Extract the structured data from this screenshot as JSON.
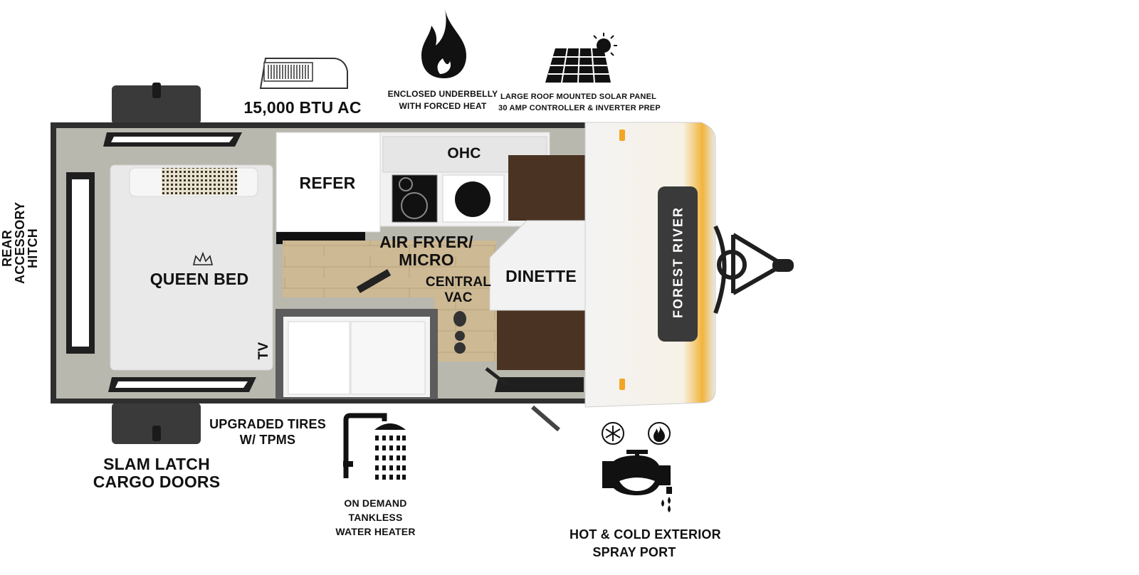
{
  "labels": {
    "ac": "15,000 BTU AC",
    "underbelly": [
      "ENCLOSED UNDERBELLY",
      "WITH FORCED HEAT"
    ],
    "solar": [
      "LARGE ROOF MOUNTED SOLAR PANEL",
      "30 AMP CONTROLLER & INVERTER PREP"
    ],
    "rear_hitch": [
      "REAR",
      "ACCESSORY",
      "HITCH"
    ],
    "queen_bed": "QUEEN BED",
    "refer": "REFER",
    "ohc": "OHC",
    "air_fryer": [
      "AIR FRYER/",
      "MICRO"
    ],
    "central_vac": [
      "CENTRAL",
      "VAC"
    ],
    "dinette": "DINETTE",
    "tv": "TV",
    "brand": "FOREST RIVER",
    "tires": [
      "UPGRADED TIRES",
      "W/ TPMS"
    ],
    "cargo_doors": [
      "SLAM LATCH",
      "CARGO DOORS"
    ],
    "water_heater": [
      "ON DEMAND",
      "TANKLESS",
      "WATER HEATER"
    ],
    "spray_port": [
      "HOT & COLD EXTERIOR",
      "SPRAY PORT"
    ]
  },
  "icons": [
    "ac-unit-icon",
    "flame-icon",
    "solar-panel-icon",
    "shower-icon",
    "faucet-icon",
    "snowflake-icon",
    "flame-badge-icon",
    "crown-icon",
    "footprint-icon"
  ],
  "colors": {
    "wall": "#2b2b2b",
    "floor_gray": "#b9b8ae",
    "wood": "#c9b48f",
    "bed": "#e9e9e9",
    "cushion": "#4a3322",
    "front_cap": "#ededed",
    "accent": "#f2a623"
  }
}
